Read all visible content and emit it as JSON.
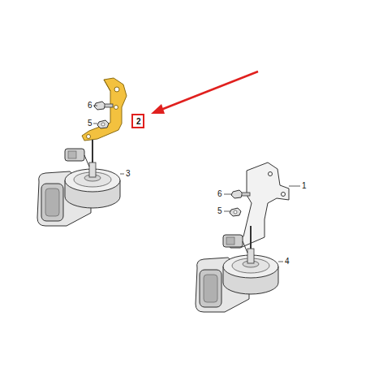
{
  "diagram": {
    "nodes": [
      {
        "text": [
          "2"
        ]
      }
    ],
    "labels": [
      "6",
      "5",
      "3",
      "1",
      "6",
      "5",
      "4"
    ]
  }
}
